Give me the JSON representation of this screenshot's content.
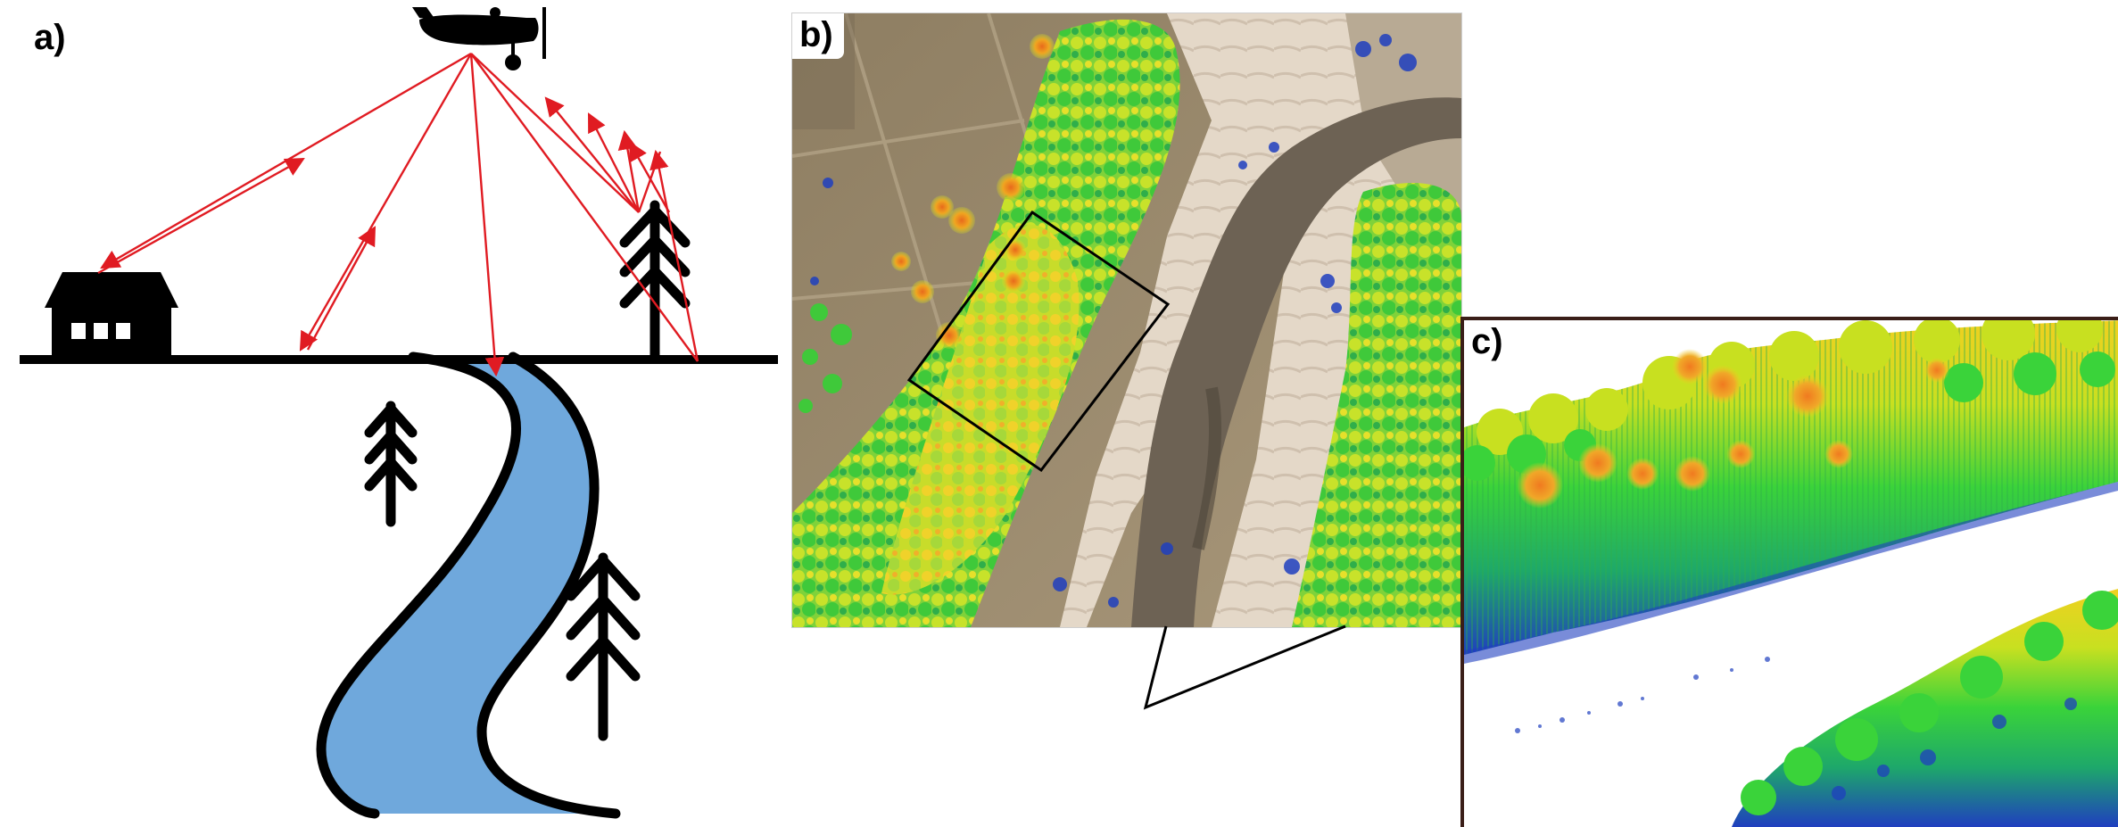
{
  "panels": {
    "a": {
      "label": "a)"
    },
    "b": {
      "label": "b)"
    },
    "c": {
      "label": "c)"
    }
  },
  "icons": [
    "airplane-icon",
    "house-icon",
    "conifer-tree-icon",
    "river-icon"
  ],
  "colors": {
    "laser_pulse": "#e01b22",
    "river": "#6fa8dc",
    "ground_line": "#000000",
    "lidar_low": "#1f3fbf",
    "lidar_mid": "#3ad33a",
    "lidar_high": "#f0e020",
    "lidar_top": "#f07a20",
    "panel_c_border": "#3a1e18"
  }
}
